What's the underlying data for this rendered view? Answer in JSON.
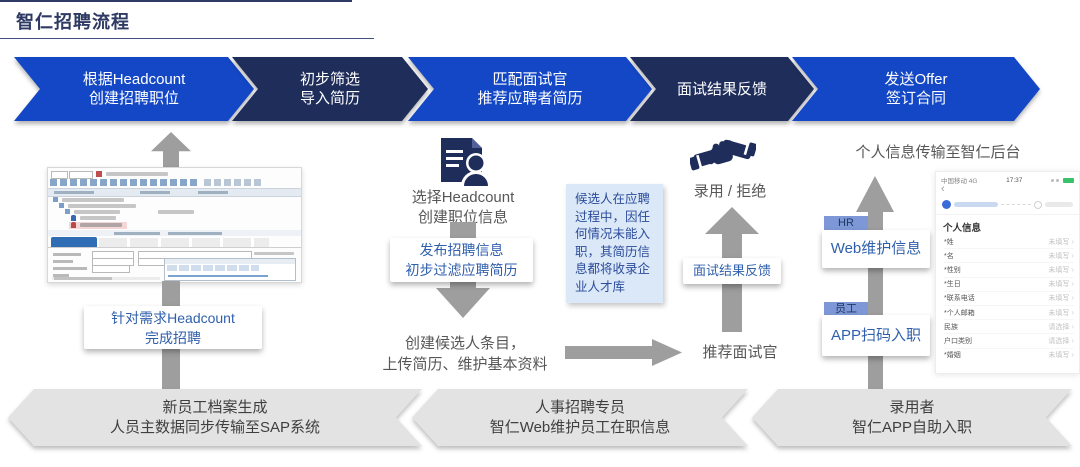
{
  "colors": {
    "primary_blue": "#1347C6",
    "navy_blue": "#1F2D5B",
    "arrow_gray": "#9E9E9E",
    "box_text_blue": "#2F5FAC",
    "note_bg": "#DBE8F8",
    "note_text": "#2B4C9B",
    "tag_bg": "#7E98D7",
    "bottom_chevron_gray": "#E3E3E3"
  },
  "header": {
    "title": "智仁招聘流程"
  },
  "top_steps": [
    {
      "line1": "根据Headcount",
      "line2": "创建招聘职位"
    },
    {
      "line1": "初步筛选",
      "line2": "导入简历"
    },
    {
      "line1": "匹配面试官",
      "line2": "推荐应聘者简历"
    },
    {
      "line1": "面试结果反馈",
      "line2": ""
    },
    {
      "line1": "发送Offer",
      "line2": "签订合同"
    }
  ],
  "sap_column": {
    "result_box_line1": "针对需求Headcount",
    "result_box_line2": "完成招聘"
  },
  "recruit_column": {
    "icon_caption_line1": "选择Headcount",
    "icon_caption_line2": "创建职位信息",
    "process_box_line1": "发布招聘信息",
    "process_box_line2": "初步过滤应聘简历",
    "bottom_caption_line1": "创建候选人条目，",
    "bottom_caption_line2": "上传简历、维护基本资料"
  },
  "talent_note": {
    "text": "候选人在应聘过程中，因任何情况未能入职，其简历信息都将收录企业人才库"
  },
  "interview_column": {
    "result_caption": "录用 / 拒绝",
    "feedback_box": "面试结果反馈",
    "recommend_caption": "推荐面试官"
  },
  "onboard_column": {
    "top_caption": "个人信息传输至智仁后台",
    "hr_tag": "HR",
    "hr_box": "Web维护信息",
    "employee_tag": "员工",
    "employee_box": "APP扫码入职"
  },
  "phone": {
    "carrier": "中国移动 4G",
    "time": "17:37",
    "back_icon": "‹",
    "caret_icon": "›",
    "section_title": "个人信息",
    "rows": [
      {
        "label": "*姓",
        "value": "未填写"
      },
      {
        "label": "*名",
        "value": "未填写"
      },
      {
        "label": "*性别",
        "value": "未填写"
      },
      {
        "label": "*生日",
        "value": "未填写"
      },
      {
        "label": "*联系电话",
        "value": "未填写"
      },
      {
        "label": "*个人邮箱",
        "value": "未填写"
      },
      {
        "label": "民族",
        "value": "请选择"
      },
      {
        "label": "户口类别",
        "value": "请选择"
      },
      {
        "label": "*婚姻",
        "value": "未填写"
      }
    ]
  },
  "bottom_steps": [
    {
      "line1": "新员工档案生成",
      "line2": "人员主数据同步传输至SAP系统"
    },
    {
      "line1": "人事招聘专员",
      "line2": "智仁Web维护员工在职信息"
    },
    {
      "line1": "录用者",
      "line2": "智仁APP自助入职"
    }
  ]
}
